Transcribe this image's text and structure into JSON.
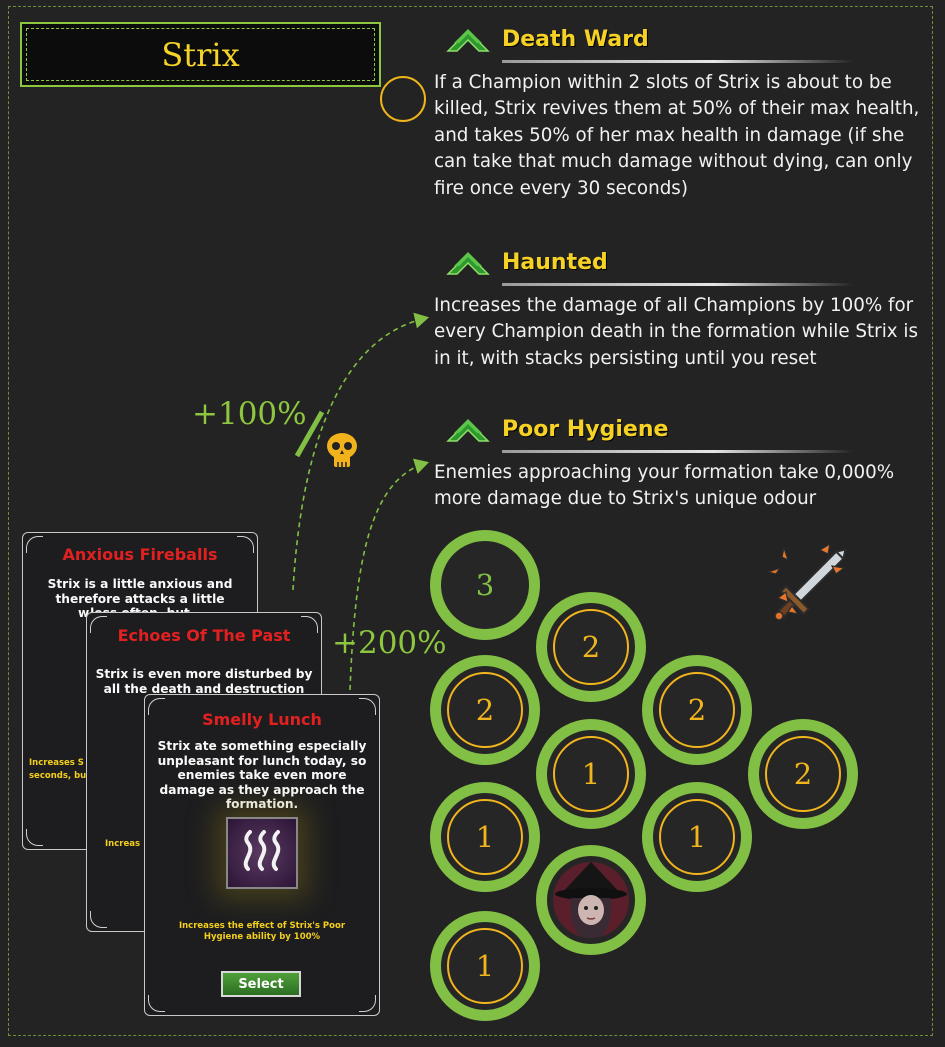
{
  "champion": {
    "name": "Strix"
  },
  "abilities": [
    {
      "name": "Death Ward",
      "description": "If a Champion within 2 slots of Strix is about to be killed, Strix revives them at 50% of their max health, and takes 50% of her max health in damage (if she can take that much damage without dying, can only fire once every 30 seconds)"
    },
    {
      "name": "Haunted",
      "description": "Increases the damage of all Champions by 100% for every Champion death in the formation while Strix is in it, with stacks persisting until you reset"
    },
    {
      "name": "Poor Hygiene",
      "description": "Enemies approaching your formation take 0,000% more damage due to Strix's unique odour"
    }
  ],
  "bonuses": {
    "haunted": "+100%",
    "hygiene": "+200%"
  },
  "cards": [
    {
      "title": "Anxious Fireballs",
      "description": "Strix is a little anxious and therefore attacks a little less often, but",
      "description_2": "w",
      "footer": "Increases S",
      "footer_2": "seconds, but"
    },
    {
      "title": "Echoes Of The Past",
      "description": "Strix is even more disturbed by all the death and destruction",
      "footer": "Increas"
    },
    {
      "title": "Smelly Lunch",
      "description": "Strix ate something especially unpleasant for lunch today, so enemies take even more damage as they approach the formation.",
      "footer": "Increases the effect of Strix's Poor Hygiene ability by 100%",
      "button": "Select",
      "icon": "stench-waves-icon"
    }
  ],
  "formation": {
    "slots": [
      {
        "label": "3",
        "style": "green"
      },
      {
        "label": "2"
      },
      {
        "label": "2"
      },
      {
        "label": "2"
      },
      {
        "label": "1"
      },
      {
        "label": "2"
      },
      {
        "label": "1"
      },
      {
        "label": "1"
      },
      {
        "label": "1"
      }
    ],
    "portrait": "strix-portrait",
    "role_icon": "sword-arrows-icon"
  },
  "colors": {
    "accent_green": "#82bf45",
    "gold": "#f0b41d",
    "title_yellow": "#f4d428",
    "card_red": "#e22020"
  }
}
